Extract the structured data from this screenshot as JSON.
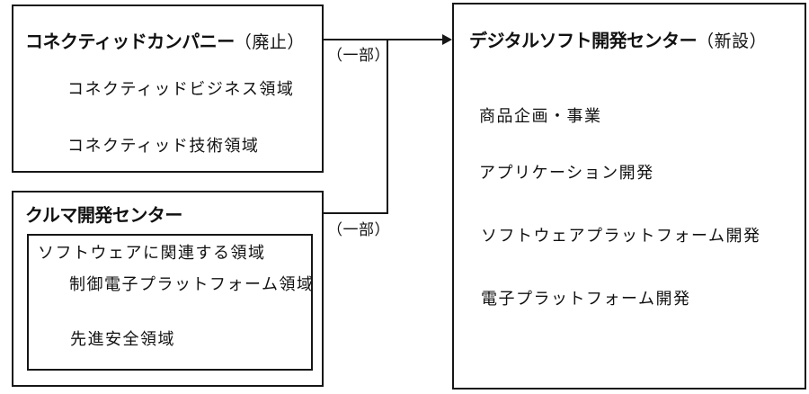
{
  "colors": {
    "ink": "#161616",
    "background": "#ffffff",
    "text": "#111111"
  },
  "boxes": {
    "connected_company": {
      "title": "コネクティッドカンパニー",
      "status": "（廃止）",
      "items": [
        "コネクティッドビジネス領域",
        "コネクティッド技術領域"
      ]
    },
    "car_dev_center": {
      "title": "クルマ開発センター",
      "software_group": {
        "label": "ソフトウェアに関連する領域",
        "items": [
          "制御電子プラットフォーム領域",
          "先進安全領域"
        ]
      }
    },
    "digital_soft_center": {
      "title": "デジタルソフト開発センター",
      "status": "（新設）",
      "items": [
        "商品企画・事業",
        "アプリケーション開発",
        "ソフトウェアプラットフォーム開発",
        "電子プラットフォーム開発"
      ]
    }
  },
  "connectors": {
    "top_label": "（一部）",
    "bottom_label": "（一部）"
  }
}
